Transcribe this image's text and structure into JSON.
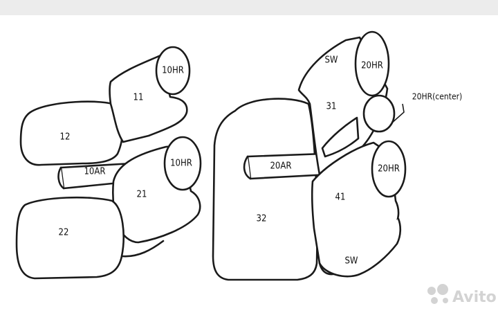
{
  "diagram": {
    "labels": {
      "p12": "12",
      "p11": "11",
      "p10hr_top": "10HR",
      "p10ar": "10AR",
      "p10hr_mid": "10HR",
      "p21": "21",
      "p22": "22",
      "p32": "32",
      "p20ar": "20AR",
      "sw_top": "SW",
      "p20hr_top": "20HR",
      "p31": "31",
      "p20hr_center": "20HR(center)",
      "p20hr_right": "20HR",
      "p41": "41",
      "sw_bottom": "SW"
    },
    "watermark": "Avito"
  }
}
